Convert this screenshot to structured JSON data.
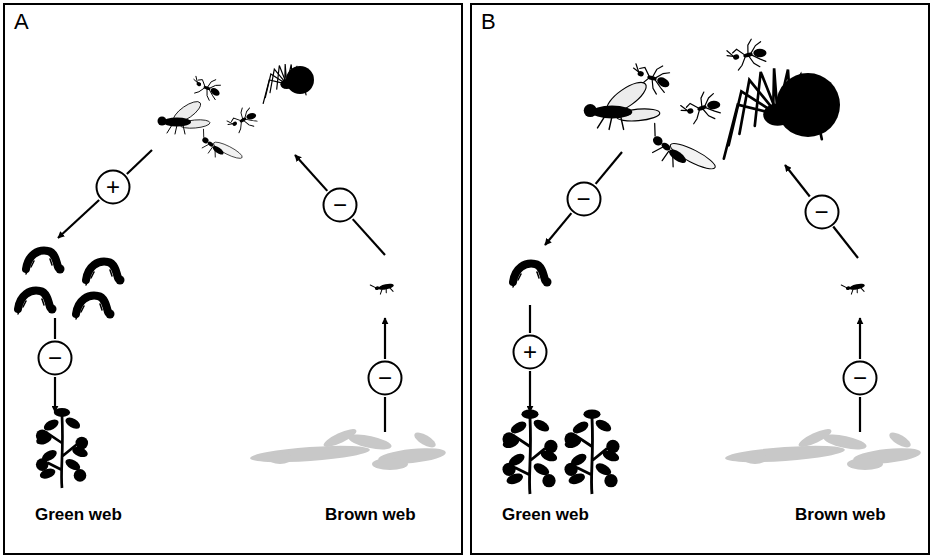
{
  "diagram": {
    "nodes": [
      {
        "text": [
          "A"
        ]
      },
      {
        "text": [
          "+"
        ],
        "in": 0
      },
      {
        "text": [
          "−"
        ],
        "in": 0
      },
      {
        "text": [
          "−"
        ],
        "in": 0
      },
      {
        "text": [
          "−"
        ],
        "in": 0
      },
      {
        "text": [
          "B"
        ]
      },
      {
        "text": [
          "−"
        ],
        "in": 5
      },
      {
        "text": [
          "+"
        ],
        "in": 5
      },
      {
        "text": [
          "−"
        ],
        "in": 5
      },
      {
        "text": [
          "−"
        ],
        "in": 5
      }
    ],
    "labels": [
      "Green web",
      "Brown web",
      "Green web",
      "Brown web"
    ]
  }
}
